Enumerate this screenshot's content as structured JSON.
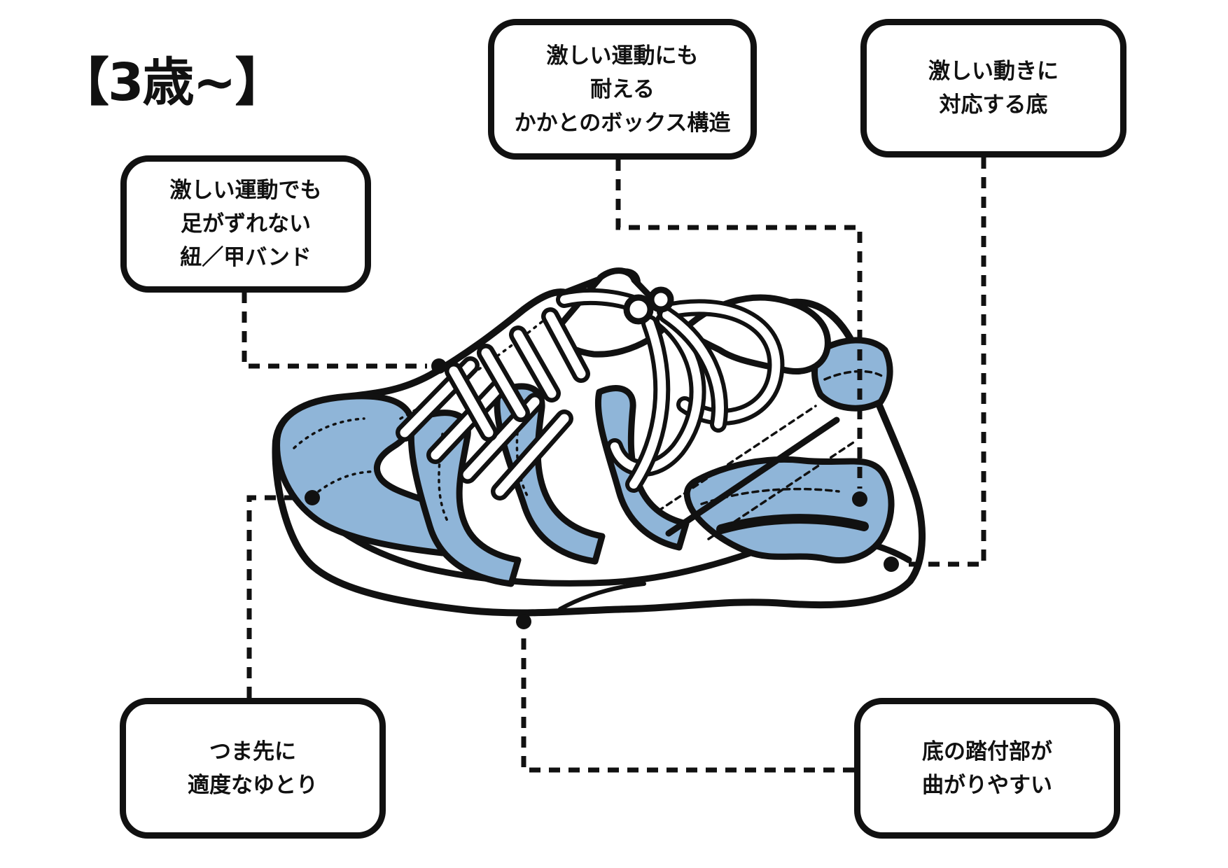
{
  "title": "【3歳~】",
  "colors": {
    "ink": "#111111",
    "accent": "#8FB5D8",
    "background": "#ffffff"
  },
  "illustration": {
    "subject": "kids-sneaker-side-view"
  },
  "callouts": {
    "laces": {
      "lines": [
        "激しい運動でも",
        "足がずれない",
        "紐／甲バンド"
      ]
    },
    "heel_box": {
      "lines": [
        "激しい運動にも",
        "耐える",
        "かかとのボックス構造"
      ]
    },
    "outsole": {
      "lines": [
        "激しい動きに",
        "対応する底"
      ]
    },
    "toe": {
      "lines": [
        "つま先に",
        "適度なゆとり"
      ]
    },
    "flex": {
      "lines": [
        "底の踏付部が",
        "曲がりやすい"
      ]
    }
  }
}
